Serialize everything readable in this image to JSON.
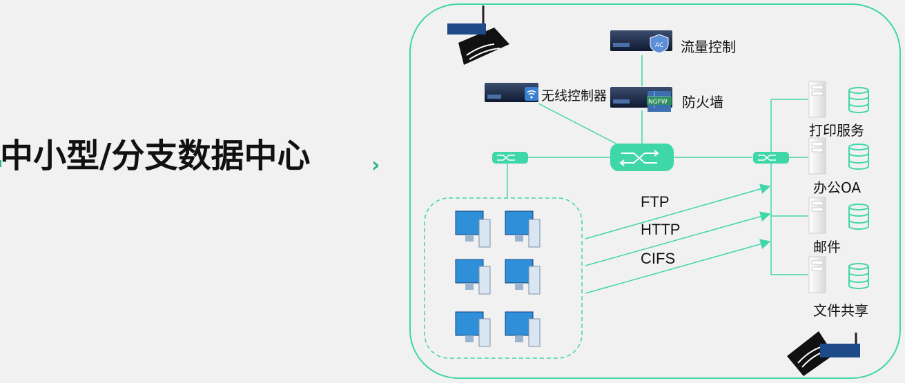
{
  "title": "中小型/分支数据中心",
  "devices": {
    "traffic_control": "流量控制",
    "wireless_controller": "无线控制器",
    "firewall": "防火墙",
    "ac_badge": "AC",
    "ngfw_badge": "NGFW"
  },
  "protocols": [
    "FTP",
    "HTTP",
    "CIFS"
  ],
  "servers": [
    "打印服务",
    "办公OA",
    "邮件",
    "文件共享"
  ],
  "colors": {
    "accent": "#3fd6a8",
    "device": "#1b2d4d",
    "monitor": "#2f8fd8"
  }
}
